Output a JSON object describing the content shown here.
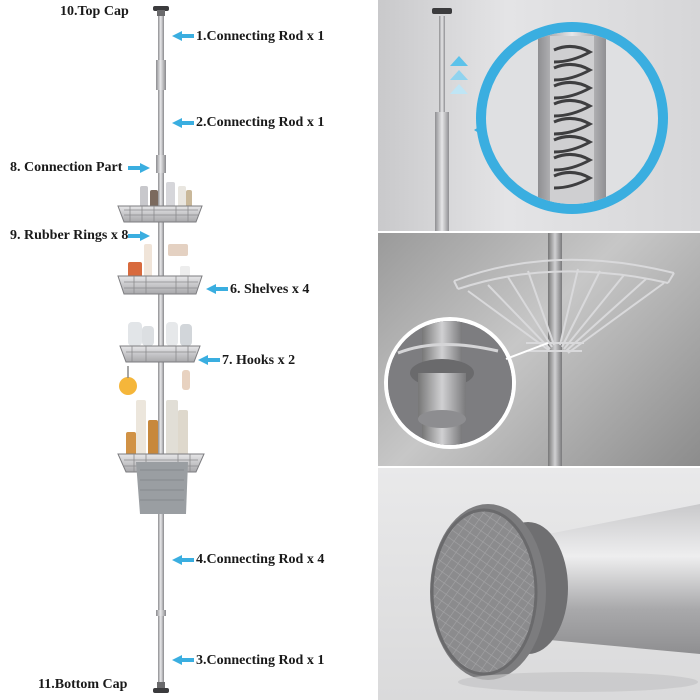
{
  "labels": {
    "top_cap": "10.Top Cap",
    "connecting_rod_1a": "1.Connecting Rod x 1",
    "connecting_rod_2": "2.Connecting Rod x 1",
    "connection_part": "8. Connection Part",
    "rubber_rings": "9. Rubber Rings x 8",
    "shelves": "6. Shelves x 4",
    "hooks": "7. Hooks x 2",
    "connecting_rod_4": "4.Connecting Rod x 4",
    "connecting_rod_3": "3.Connecting Rod x 1",
    "bottom_cap": "11.Bottom Cap"
  },
  "colors": {
    "accent_arrow": "#3aaee0",
    "label_text": "#1a1a1a",
    "pole_silver": "#b9b9bb"
  }
}
